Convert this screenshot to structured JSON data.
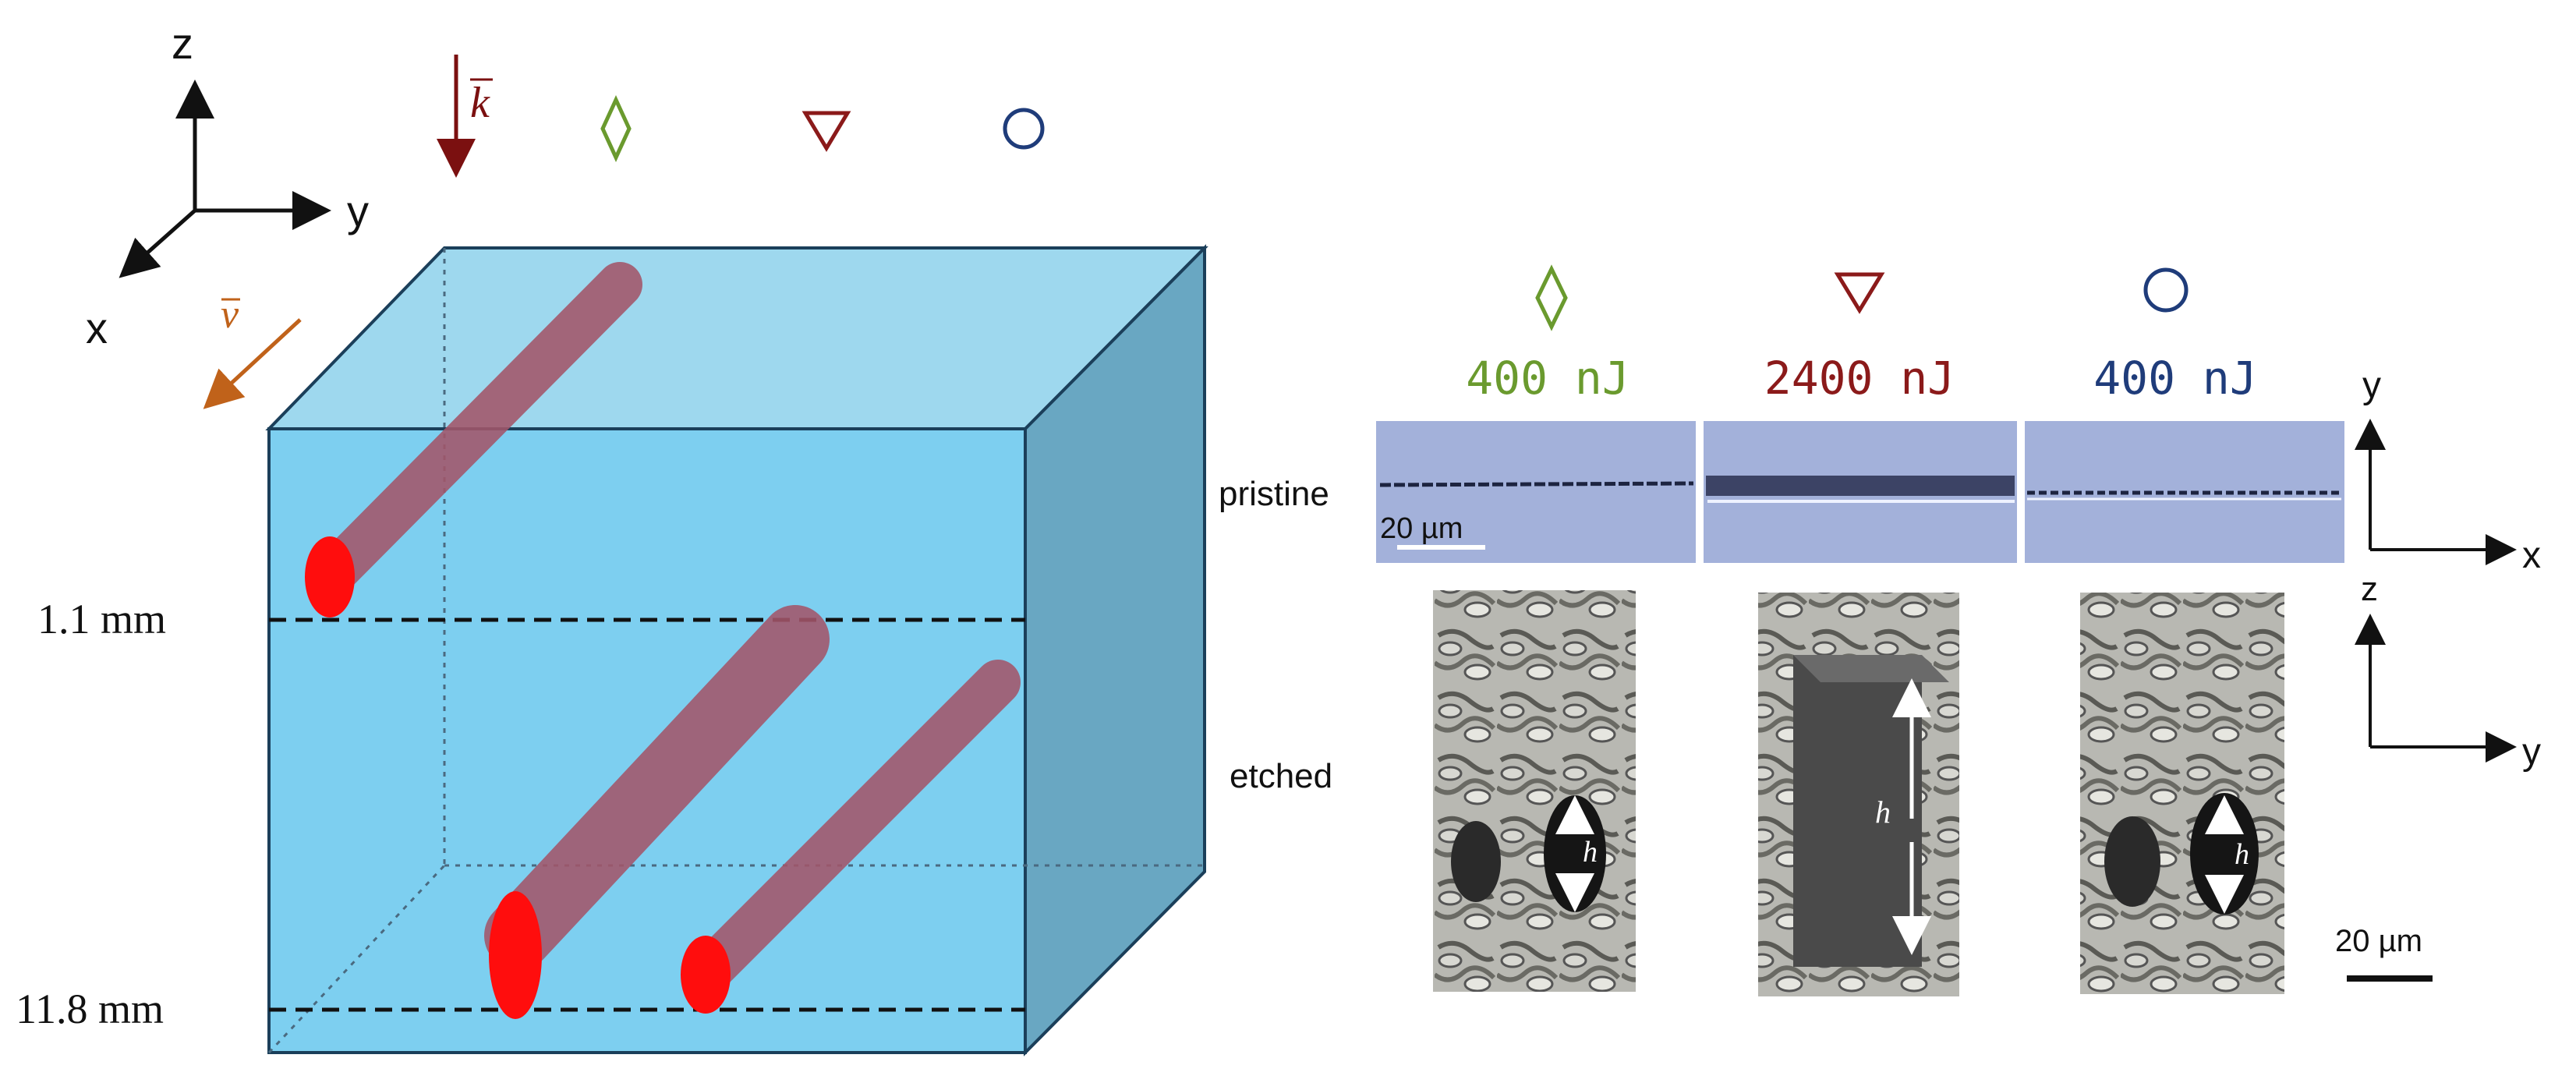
{
  "axes_3d": {
    "z": "z",
    "y": "y",
    "x": "x"
  },
  "vectors": {
    "k": "k",
    "v": "v"
  },
  "depth_labels": {
    "top": "1.1 mm",
    "bottom": "11.8 mm"
  },
  "row_labels": {
    "pristine": "pristine",
    "etched": "etched"
  },
  "panels": [
    {
      "symbol": "diamond",
      "energy": "400 nJ",
      "color": "#6a9a2e"
    },
    {
      "symbol": "triangle-down",
      "energy": "2400 nJ",
      "color": "#8b1a1a"
    },
    {
      "symbol": "circle",
      "energy": "400 nJ",
      "color": "#1f3c7a"
    }
  ],
  "measure": {
    "h": "h"
  },
  "scale_bars": {
    "pristine": "20 µm",
    "etched": "20 µm"
  },
  "axes_2d": {
    "top": {
      "vertical": "y",
      "horizontal": "x"
    },
    "bottom": {
      "vertical": "z",
      "horizontal": "y"
    }
  }
}
